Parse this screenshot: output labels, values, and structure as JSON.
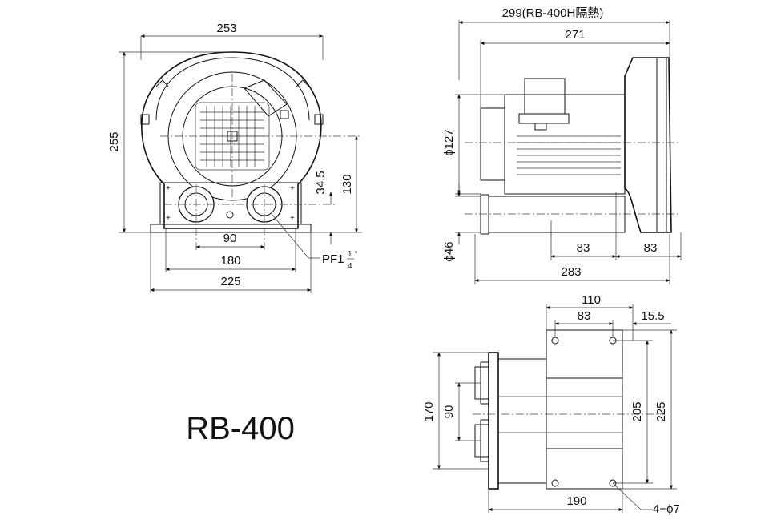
{
  "model": "RB-400",
  "front_view": {
    "width_top": "253",
    "height": "255",
    "dim_345": "34.5",
    "dim_130": "130",
    "port_spacing": "90",
    "foot_inner": "180",
    "foot_outer": "225",
    "port_thread_main": "PF1",
    "port_thread_num": "1",
    "port_thread_den": "4",
    "port_thread_inch": "\""
  },
  "side_view": {
    "total_length": "299(RB-400H隔熱)",
    "length_271": "271",
    "motor_dia": "ϕ127",
    "port_dia": "ϕ46",
    "dim_83a": "83",
    "dim_83b": "83",
    "length_283": "283"
  },
  "bottom_view": {
    "width_110": "110",
    "width_83": "83",
    "offset_155": "15.5",
    "height_170": "170",
    "port_spacing_90": "90",
    "dim_205": "205",
    "dim_225": "225",
    "base_190": "190",
    "holes": "4−ϕ7"
  }
}
